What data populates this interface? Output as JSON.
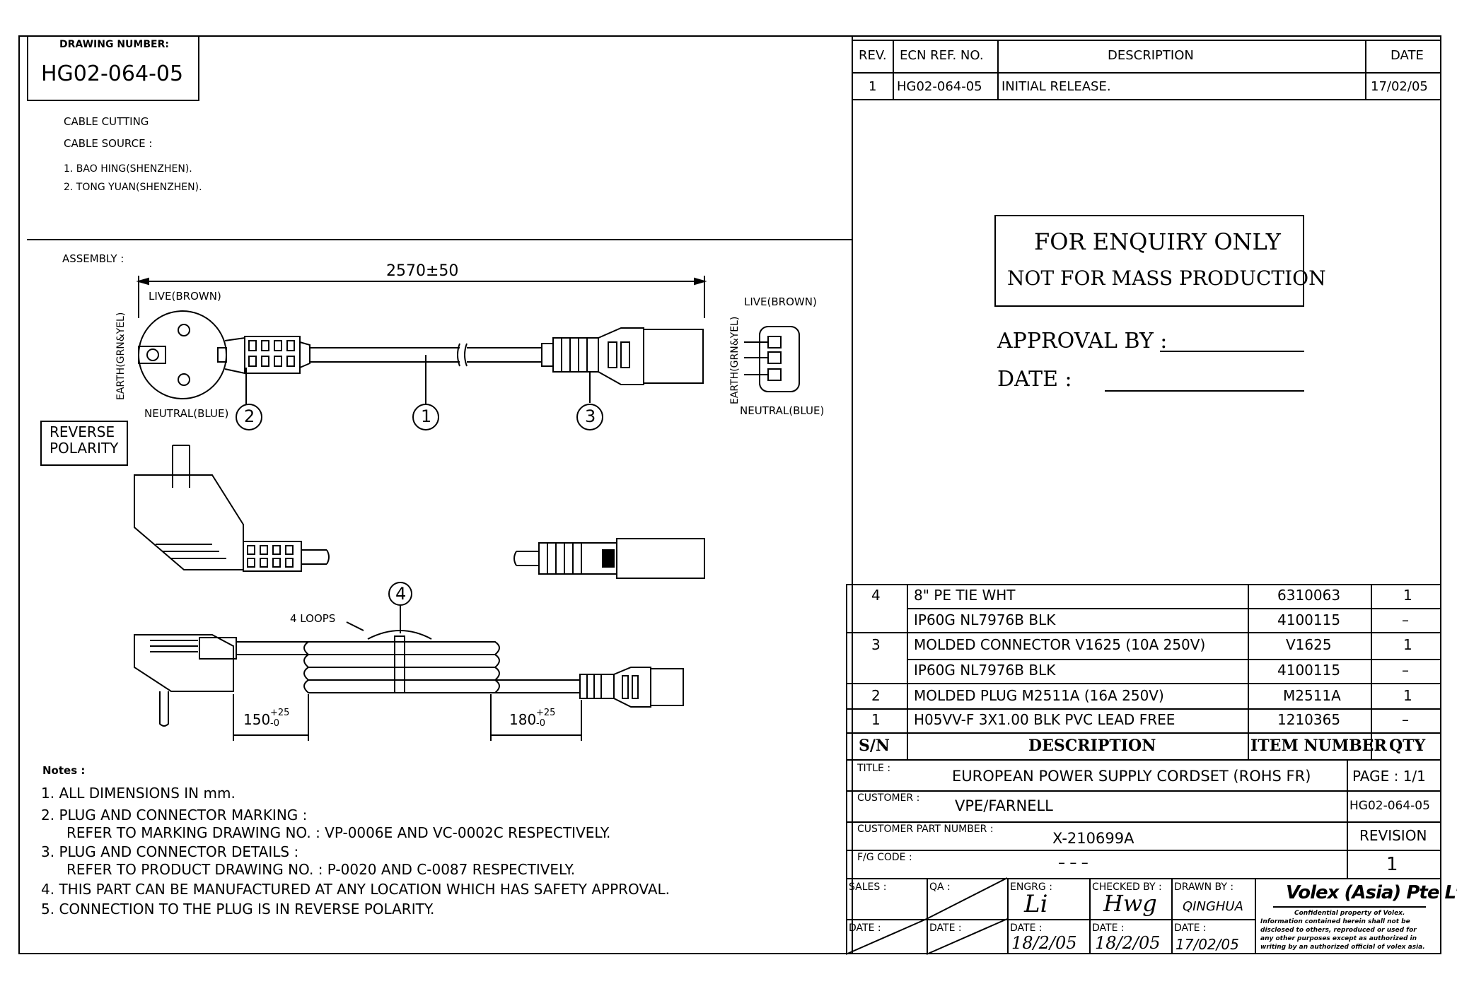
{
  "drawing": {
    "number_label": "DRAWING NUMBER:",
    "number": "HG02-064-05"
  },
  "cable_info": {
    "cutting": "CABLE CUTTING",
    "source": "CABLE SOURCE :",
    "sources": [
      "1. BAO HING(SHENZHEN).",
      "2. TONG YUAN(SHENZHEN)."
    ]
  },
  "assembly": {
    "label": "ASSEMBLY :",
    "length": "2570±50",
    "live_plug": "LIVE(BROWN)",
    "earth_plug": "EARTH(GRN&YEL)",
    "neutral_plug": "NEUTRAL(BLUE)",
    "live_conn": "LIVE(BROWN)",
    "earth_conn": "EARTH(GRN&YEL)",
    "neutral_conn": "NEUTRAL(BLUE)",
    "callouts": [
      "1",
      "2",
      "3",
      "4"
    ],
    "reverse_polarity": [
      "REVERSE",
      "POLARITY"
    ],
    "loops": "4 LOOPS",
    "dim_left": "150",
    "dim_left_tol": [
      "+25",
      "-0"
    ],
    "dim_right": "180",
    "dim_right_tol": [
      "+25",
      "-0"
    ]
  },
  "notes": {
    "heading": "Notes :",
    "items": [
      "1. ALL DIMENSIONS IN mm.",
      "2. PLUG AND CONNECTOR MARKING :",
      "REFER TO MARKING DRAWING NO. : VP-0006E AND VC-0002C RESPECTIVELY.",
      "3. PLUG AND CONNECTOR DETAILS :",
      "REFER TO PRODUCT DRAWING NO. : P-0020 AND C-0087 RESPECTIVELY.",
      "4. THIS PART CAN BE MANUFACTURED AT ANY LOCATION WHICH HAS SAFETY APPROVAL.",
      "5. CONNECTION TO THE PLUG IS IN REVERSE POLARITY."
    ]
  },
  "revision_table": {
    "headers": [
      "REV.",
      "ECN REF. NO.",
      "DESCRIPTION",
      "DATE"
    ],
    "rows": [
      [
        "1",
        "HG02-064-05",
        "INITIAL RELEASE.",
        "17/02/05"
      ]
    ]
  },
  "stamp": {
    "line1": "FOR ENQUIRY ONLY",
    "line2": "NOT FOR MASS PRODUCTION",
    "approval": "APPROVAL BY :",
    "date": "DATE :"
  },
  "bom": {
    "rows": [
      {
        "sn": "4",
        "desc": "8\" PE TIE WHT",
        "item": "6310063",
        "qty": "1"
      },
      {
        "sn": "",
        "desc": "IP60G NL7976B BLK",
        "item": "4100115",
        "qty": "–"
      },
      {
        "sn": "3",
        "desc": "MOLDED CONNECTOR V1625 (10A 250V)",
        "item": "V1625",
        "qty": "1"
      },
      {
        "sn": "",
        "desc": "IP60G NL7976B BLK",
        "item": "4100115",
        "qty": "–"
      },
      {
        "sn": "2",
        "desc": "MOLDED PLUG M2511A (16A 250V)",
        "item": "M2511A",
        "qty": "1"
      },
      {
        "sn": "1",
        "desc": "H05VV-F 3X1.00 BLK PVC LEAD FREE",
        "item": "1210365",
        "qty": "–"
      }
    ],
    "headers": [
      "S/N",
      "DESCRIPTION",
      "ITEM NUMBER",
      "QTY"
    ]
  },
  "title_block": {
    "title_label": "TITLE :",
    "title": "EUROPEAN POWER SUPPLY CORDSET (ROHS FR)",
    "page": "PAGE : 1/1",
    "customer_label": "CUSTOMER :",
    "customer": "VPE/FARNELL",
    "drawing_no": "HG02-064-05",
    "cpn_label": "CUSTOMER PART NUMBER :",
    "cpn": "X-210699A",
    "revision_label": "REVISION",
    "fg_label": "F/G CODE :",
    "fg": "– – –",
    "revision": "1",
    "sales": "SALES :",
    "qa": "QA :",
    "engrg": "ENGRG :",
    "checked": "CHECKED BY :",
    "drawn": "DRAWN BY :",
    "drawn_name": "QINGHUA",
    "date_label": "DATE :",
    "engrg_sig": "Li",
    "checked_sig": "Hwg",
    "engrg_date": "18/2/05",
    "checked_date": "18/2/05",
    "drawn_date": "17/02/05",
    "company": "Volex (Asia) Pte Ltd",
    "confidential": [
      "Confidential property of Volex.",
      "Information contained herein shall not be",
      "disclosed to others, reproduced or used for",
      "any other purposes except as authorized in",
      "writing by an authorized official of volex asia."
    ]
  }
}
